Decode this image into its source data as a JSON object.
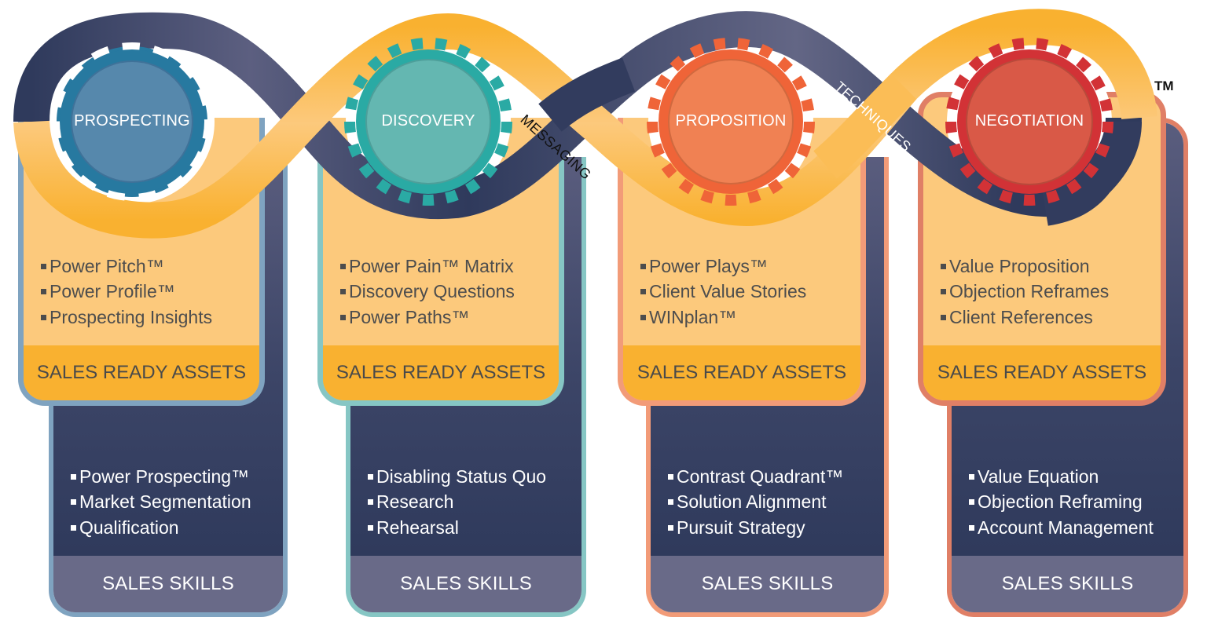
{
  "diagram": {
    "trademark": "TM",
    "ribbons": {
      "orange_label": "MESSAGING",
      "navy_label": "TECHNIQUES"
    },
    "colors": {
      "ribbon_orange": "#f9b130",
      "ribbon_navy": "#323c5e",
      "assets_fill": "#fcc97c",
      "assets_band": "#f9b130",
      "skills_fill": "#3c4567",
      "skills_band": "#696a88"
    },
    "stages": [
      {
        "name": "PROSPECTING",
        "gear_color": "#2779a0",
        "gear_face": "#5688ac",
        "border_color": "#7fa3c0",
        "assets_title": "SALES READY ASSETS",
        "assets": [
          "Power Pitch™",
          "Power Profile™",
          "Prospecting Insights"
        ],
        "skills_title": "SALES SKILLS",
        "skills": [
          "Power Prospecting™",
          "Market Segmentation",
          "Qualification"
        ]
      },
      {
        "name": "DISCOVERY",
        "gear_color": "#2aaaa4",
        "gear_face": "#64b7b1",
        "border_color": "#86c6c4",
        "assets_title": "SALES READY ASSETS",
        "assets": [
          "Power Pain™ Matrix",
          "Discovery Questions",
          "Power Paths™"
        ],
        "skills_title": "SALES SKILLS",
        "skills": [
          "Disabling Status Quo",
          "Research",
          "Rehearsal"
        ]
      },
      {
        "name": "PROPOSITION",
        "gear_color": "#ef6438",
        "gear_face": "#f08153",
        "border_color": "#f29b78",
        "assets_title": "SALES READY ASSETS",
        "assets": [
          "Power Plays™",
          "Client Value Stories",
          "WINplan™"
        ],
        "skills_title": "SALES SKILLS",
        "skills": [
          "Contrast Quadrant™",
          "Solution Alignment",
          "Pursuit Strategy"
        ]
      },
      {
        "name": "NEGOTIATION",
        "gear_color": "#d23236",
        "gear_face": "#d95947",
        "border_color": "#e07f66",
        "assets_title": "SALES READY ASSETS",
        "assets": [
          "Value Proposition",
          "Objection Reframes",
          "Client References"
        ],
        "skills_title": "SALES SKILLS",
        "skills": [
          "Value Equation",
          "Objection Reframing",
          "Account Management"
        ]
      }
    ]
  }
}
